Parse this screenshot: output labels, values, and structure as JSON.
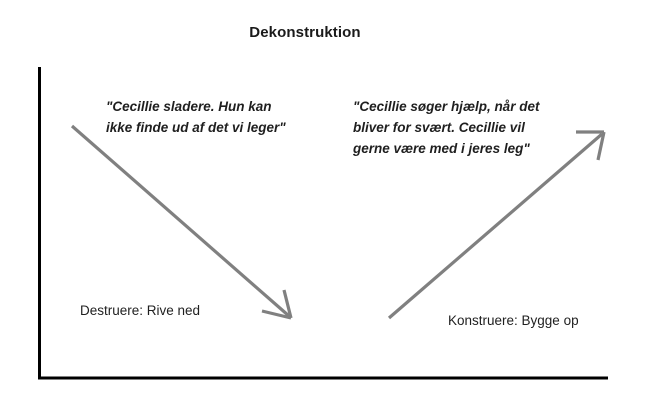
{
  "title": "Dekonstruktion",
  "background_color": "#ffffff",
  "axis_color": "#000000",
  "arrow_color": "#808080",
  "text_color": "#1f1f1f",
  "quotes": {
    "left": "\"Cecillie sladere. Hun kan\nikke finde ud af det vi leger\"",
    "right": "\"Cecillie søger hjælp, når det\nbliver for svært. Cecillie vil\ngerne være med i jeres leg\""
  },
  "labels": {
    "left": "Destruere: Rive ned",
    "right": "Konstruere: Bygge op"
  },
  "chart_data": {
    "type": "line",
    "title": "Dekonstruktion",
    "xlabel": "",
    "ylabel": "",
    "grid": false,
    "legend": "none",
    "axes": {
      "vertical": {
        "x": 38,
        "y_top": 67,
        "y_bottom": 380
      },
      "horizontal": {
        "y": 379,
        "x_left": 38,
        "x_right": 608
      }
    },
    "series": [
      {
        "name": "Destruere: Rive ned",
        "direction": "descending",
        "color": "#808080",
        "from": [
          72,
          126
        ],
        "to": [
          291,
          318
        ],
        "annotation": "\"Cecillie sladere. Hun kan ikke finde ud af det vi leger\""
      },
      {
        "name": "Konstruere: Bygge op",
        "direction": "ascending",
        "color": "#808080",
        "from": [
          389,
          318
        ],
        "to": [
          604,
          132
        ],
        "annotation": "\"Cecillie søger hjælp, når det bliver for svært. Cecillie vil gerne være med i jeres leg\""
      }
    ]
  }
}
